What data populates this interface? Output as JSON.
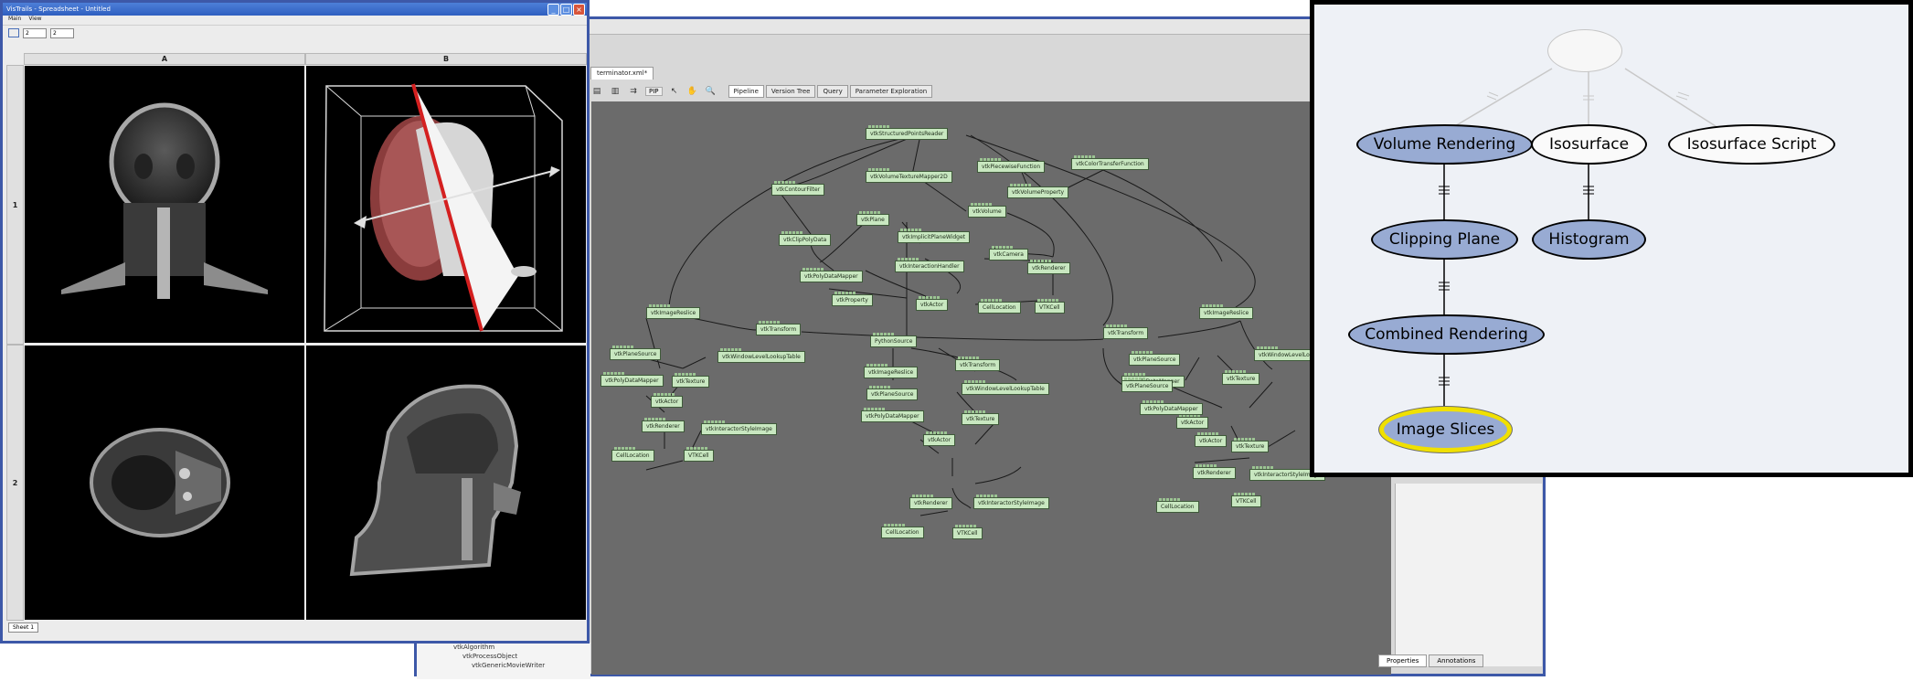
{
  "spreadsheet": {
    "title": "VisTrails - Spreadsheet - Untitled",
    "menu": [
      "Main",
      "View"
    ],
    "spin_rows": "2",
    "spin_cols": "2",
    "columns": [
      "A",
      "B"
    ],
    "rows": [
      "1",
      "2"
    ],
    "sheet_tab": "Sheet 1"
  },
  "pipeline_window": {
    "doc_tab": "terminator.xml*",
    "pip_label": "PIP",
    "view_tabs": [
      "Pipeline",
      "Version Tree",
      "Query",
      "Parameter Exploration"
    ],
    "property_tabs": [
      "Properties",
      "Annotations"
    ],
    "module_tree": [
      "vtkAlgorithm",
      "vtkProcessObject",
      "vtkGenericMovieWriter"
    ],
    "modules": {
      "m1": "vtkStructuredPointsReader",
      "m2": "vtkPiecewiseFunction",
      "m3": "vtkColorTransferFunction",
      "m4": "vtkVolumeTextureMapper2D",
      "m5": "vtkContourFilter",
      "m6": "vtkVolumeProperty",
      "m7": "vtkPlane",
      "m8": "vtkVolume",
      "m9": "vtkClipPolyData",
      "m10": "vtkImplicitPlaneWidget",
      "m11": "vtkCamera",
      "m12": "vtkInteractionHandler",
      "m13": "vtkRenderer",
      "m14": "vtkPolyDataMapper",
      "m15": "vtkProperty",
      "m16": "vtkActor",
      "m17": "CellLocation",
      "m18": "VTKCell",
      "m19": "vtkImageReslice",
      "m20": "vtkTransform",
      "m21": "vtkTransform",
      "m22": "vtkImageReslice",
      "m23": "vtkPlaneSource",
      "m24": "vtkWindowLevelLookupTable",
      "m25": "PythonSource",
      "m26": "vtkTransform",
      "m27": "vtkPlaneSource",
      "m28": "vtkWindowLevelLookupTable",
      "m29": "vtkPolyDataMapper",
      "m30": "vtkTexture",
      "m31": "vtkImageReslice",
      "m32": "vtkPolyDataMapper",
      "m33": "vtkTexture",
      "m34": "vtkActor",
      "m35": "vtkWindowLevelLookupTable",
      "m36": "vtkPlaneSource",
      "m37": "vtkTexture",
      "m38": "vtkRenderer",
      "m39": "vtkInteractorStyleImage",
      "m40": "vtkPolyDataMapper",
      "m41": "vtkActor",
      "m42": "CellLocation",
      "m43": "VTKCell",
      "m44": "vtkTexture",
      "m45": "vtkActor",
      "m46": "vtkPlaneSource",
      "m47": "vtkPolyDataMapper",
      "m48": "vtkActor",
      "m49": "vtkRenderer",
      "m50": "vtkInteractorStyleImage",
      "m51": "CellLocation",
      "m52": "VTKCell",
      "m53": "vtkRenderer",
      "m54": "vtkInteractorStyleImage",
      "m55": "CellLocation",
      "m56": "VTKCell"
    }
  },
  "version_tree": {
    "nodes": {
      "root": "",
      "volume_rendering": "Volume Rendering",
      "isosurface": "Isosurface",
      "isosurface_script": "Isosurface Script",
      "clipping_plane": "Clipping Plane",
      "histogram": "Histogram",
      "combined_rendering": "Combined Rendering",
      "image_slices": "Image Slices"
    },
    "colors": {
      "node_fill": "#98abd3",
      "current_outline": "#f0e000",
      "background": "#eef1f6",
      "frame": "#000000"
    }
  },
  "colors": {
    "window_frame": "#3d58a8",
    "module_fill": "#c8e7c0",
    "canvas": "#6b6b6b",
    "clip_plane": "#d42020"
  }
}
